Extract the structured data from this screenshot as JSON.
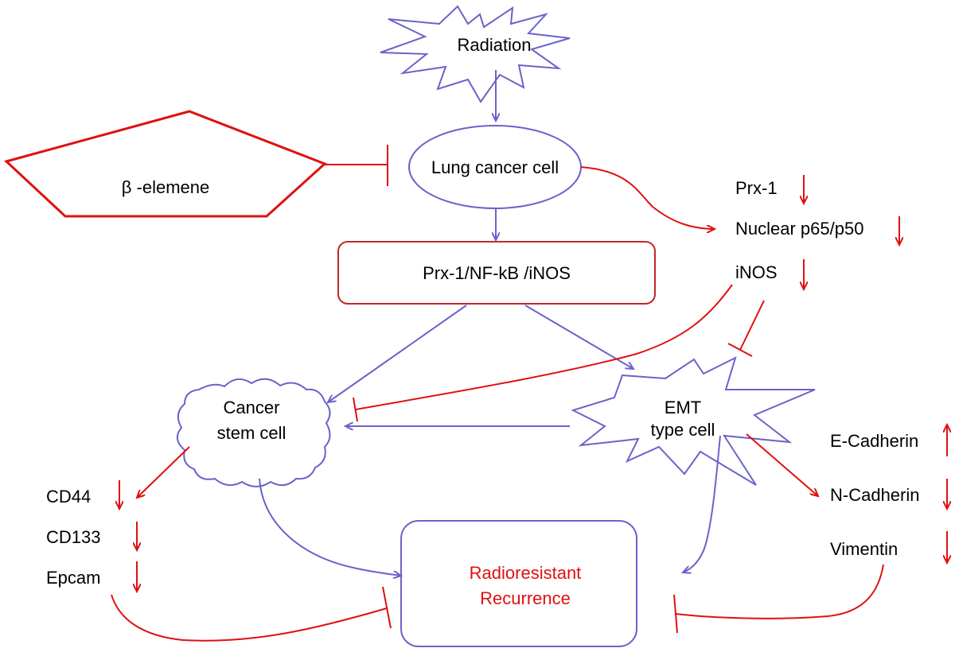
{
  "colors": {
    "blue": "#6a63c9",
    "red": "#e01010",
    "dark_red": "#c0282a",
    "text": "#000000"
  },
  "nodes": {
    "radiation": "Radiation",
    "lung_cancer_cell": "Lung cancer cell",
    "beta_elemene": "β -elemene",
    "pathway": "Prx-1/NF-kB /iNOS",
    "cancer_stem_cell_line1": "Cancer",
    "cancer_stem_cell_line2": "stem cell",
    "emt_line1": "EMT",
    "emt_line2": "type cell",
    "outcome_line1": "Radioresistant",
    "outcome_line2": "Recurrence"
  },
  "markers": {
    "top_right": [
      "Prx-1",
      "Nuclear p65/p50",
      "iNOS"
    ],
    "stem_cell": [
      "CD44",
      "CD133",
      "Epcam"
    ],
    "emt": [
      "E-Cadherin",
      "N-Cadherin",
      "Vimentin"
    ]
  }
}
